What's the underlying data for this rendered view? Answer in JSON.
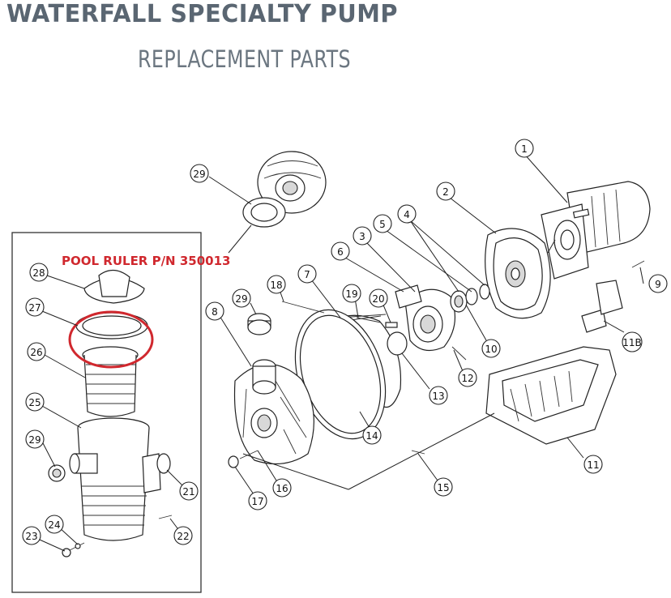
{
  "header": {
    "title": "WATERFALL SPECIALTY PUMP",
    "subtitle": "REPLACEMENT PARTS"
  },
  "highlight": {
    "label": "POOL RULER P/N 350013",
    "color": "#d0282e"
  },
  "callouts": [
    "1",
    "2",
    "3",
    "4",
    "5",
    "6",
    "7",
    "8",
    "9",
    "10",
    "11",
    "11B",
    "12",
    "13",
    "14",
    "15",
    "16",
    "17",
    "18",
    "19",
    "20",
    "21",
    "22",
    "23",
    "24",
    "25",
    "26",
    "27",
    "28",
    "29",
    "29",
    "29"
  ],
  "colors": {
    "title": "#5a6672",
    "subtitle": "#6b7680",
    "highlight_ring": "#d0282e",
    "line_art": "#222222"
  }
}
